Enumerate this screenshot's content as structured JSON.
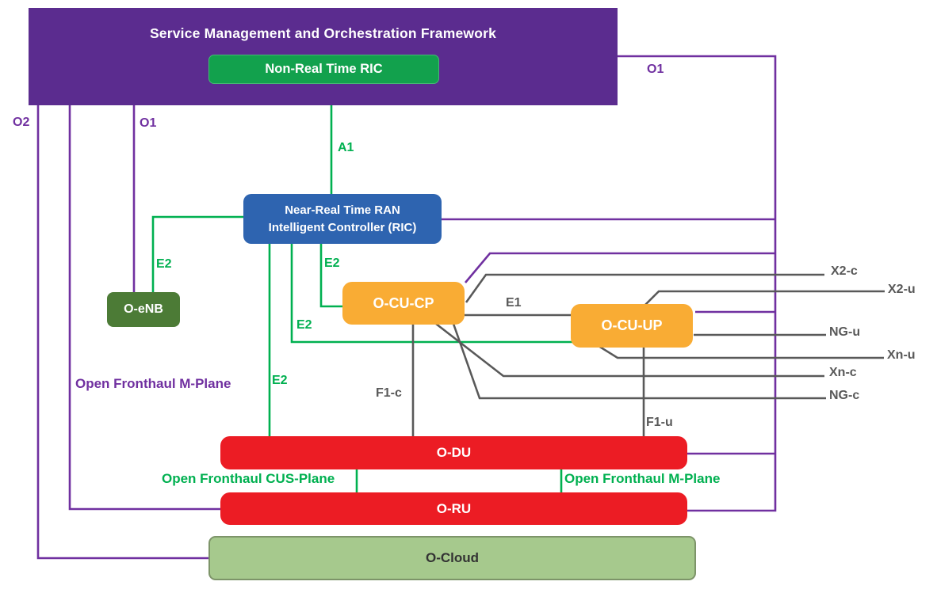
{
  "colors": {
    "smo_fill": "#5B2C8F",
    "nonrt_fill": "#12A14D",
    "nearrt_fill": "#2E64B0",
    "oenb_fill": "#4C7B36",
    "orange_fill": "#F9AC34",
    "red_fill": "#EC1C24",
    "cloud_fill": "#A6C98D",
    "cloud_border": "#7D9469",
    "purple_line": "#7030A0",
    "green_line": "#00B050",
    "gray_line": "#595959"
  },
  "boxes": {
    "smo": "Service Management and Orchestration Framework",
    "non_rt_ric": "Non-Real Time RIC",
    "near_rt_ric_line1": "Near-Real Time RAN",
    "near_rt_ric_line2": "Intelligent Controller (RIC)",
    "o_enb": "O-eNB",
    "o_cu_cp": "O-CU-CP",
    "o_cu_up": "O-CU-UP",
    "o_du": "O-DU",
    "o_ru": "O-RU",
    "o_cloud": "O-Cloud"
  },
  "interface_labels": {
    "o2": "O2",
    "o1_left": "O1",
    "o1_right": "O1",
    "a1": "A1",
    "e2_enb": "E2",
    "e2_cucp": "E2",
    "e2_cuup": "E2",
    "e2_odu": "E2",
    "e1": "E1",
    "f1_c": "F1-c",
    "f1_u": "F1-u",
    "x2_c": "X2-c",
    "x2_u": "X2-u",
    "ng_u": "NG-u",
    "xn_u": "Xn-u",
    "xn_c": "Xn-c",
    "ng_c": "NG-c",
    "open_fronthaul_m_plane_left": "Open Fronthaul M-Plane",
    "open_fronthaul_cus_plane": "Open Fronthaul CUS-Plane",
    "open_fronthaul_m_plane_right": "Open Fronthaul M-Plane"
  }
}
